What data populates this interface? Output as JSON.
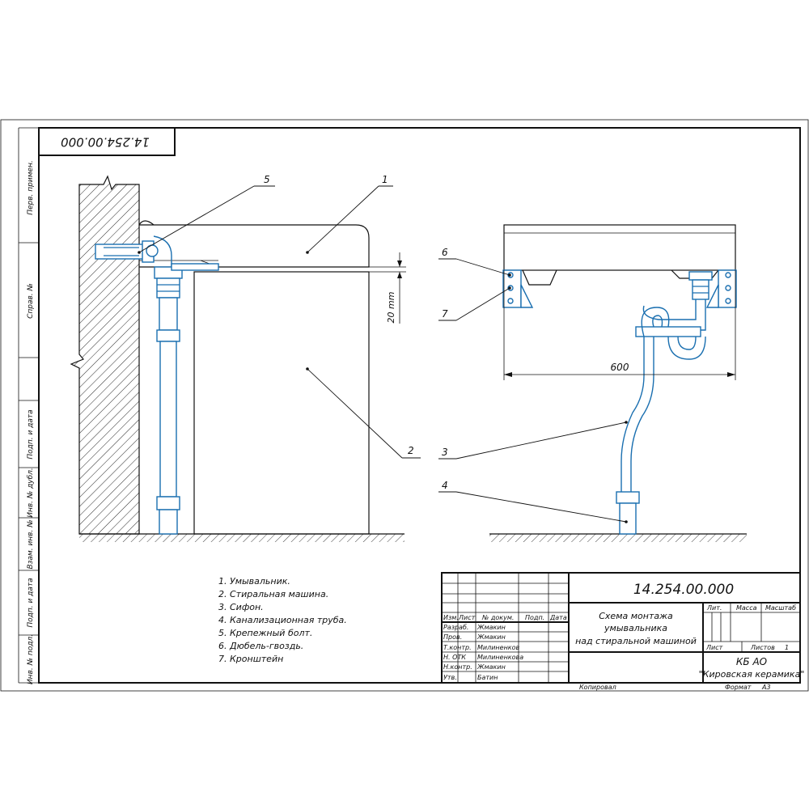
{
  "drawing": {
    "doc_number": "14.254.00.000",
    "doc_number_rotated": "14.254.00.000",
    "dimension_600": "600",
    "dimension_20": "20 mm",
    "callouts": {
      "c1": "1",
      "c2": "2",
      "c3": "3",
      "c4": "4",
      "c5": "5",
      "c6": "6",
      "c7": "7"
    }
  },
  "side_strip": {
    "perv_primen": "Перв. примен.",
    "sprav_no": "Справ. №",
    "podp_data_1": "Подп. и дата",
    "inv_dubl": "Инв. № дубл.",
    "vzam_inv": "Взам. инв. №",
    "podp_data_2": "Подп. и дата",
    "inv_podl": "Инв. № подл."
  },
  "legend": [
    "1. Умывальник.",
    "2. Стиральная машина.",
    "3. Сифон.",
    "4. Канализационная труба.",
    "5. Крепежный болт.",
    "6. Дюбель-гвоздь.",
    "7. Кронштейн"
  ],
  "title_block": {
    "designation": "14.254.00.000",
    "title_line1": "Схема монтажа",
    "title_line2": "умывальника",
    "title_line3": "над стиральной машиной",
    "col_izm": "Изм.",
    "col_list": "Лист",
    "col_doc": "№ докум.",
    "col_podp": "Подп.",
    "col_data": "Дата",
    "roles": [
      {
        "role": "Разраб.",
        "name": "Жмакин"
      },
      {
        "role": "Пров.",
        "name": "Жмакин"
      },
      {
        "role": "Т.контр.",
        "name": "Милиненков"
      },
      {
        "role": "Н. ОТК",
        "name": "Милиненкова"
      },
      {
        "role": "Н.контр.",
        "name": "Жмакин"
      },
      {
        "role": "Утв.",
        "name": "Батин"
      }
    ],
    "lit": "Лит.",
    "massa": "Масса",
    "masshtab": "Масштаб",
    "list": "Лист",
    "listov": "Листов",
    "listov_value": "1",
    "org_line1": "КБ АО",
    "org_line2": "\"Кировская керамика\"",
    "kopiroval": "Копировал",
    "format": "Формат",
    "format_value": "А3"
  }
}
